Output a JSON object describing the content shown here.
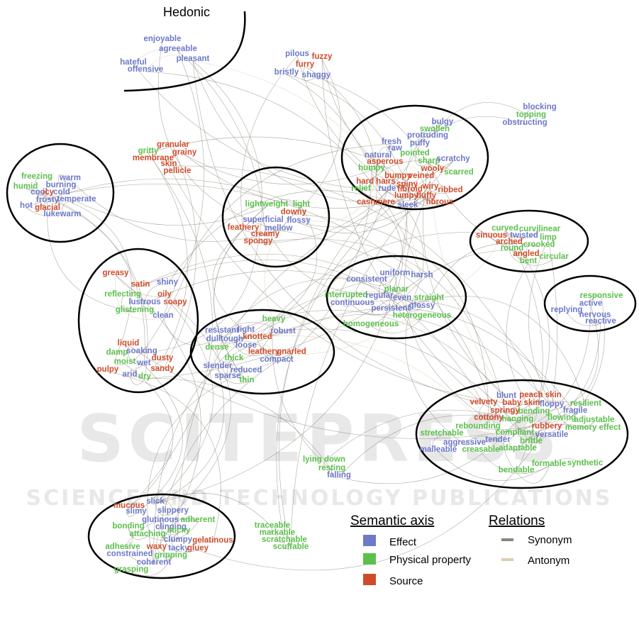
{
  "diagram": {
    "hedonic_title": "Hedonic",
    "legend": {
      "semantic_title": "Semantic axis",
      "semantic_items": [
        {
          "label": "Effect",
          "color": "#6d79c9"
        },
        {
          "label": "Physical property",
          "color": "#5cc04c"
        },
        {
          "label": "Source",
          "color": "#d14b2a"
        }
      ],
      "relations_title": "Relations",
      "relation_items": [
        {
          "label": "Synonym",
          "color": "#8a857a"
        },
        {
          "label": "Antonym",
          "color": "#d8cfb0"
        }
      ]
    },
    "watermark": {
      "main": "SCITEPRESS",
      "sub": "SCIENCE AND TECHNOLOGY PUBLICATIONS"
    },
    "words": {
      "enjoyable": {
        "text": "enjoyable",
        "axis": "effect"
      },
      "agreeable": {
        "text": "agreeable",
        "axis": "effect"
      },
      "pleasant": {
        "text": "pleasant",
        "axis": "effect"
      },
      "hateful": {
        "text": "hateful",
        "axis": "effect"
      },
      "offensive": {
        "text": "offensive",
        "axis": "effect"
      },
      "pilous": {
        "text": "pilous",
        "axis": "effect"
      },
      "fuzzy": {
        "text": "fuzzy",
        "axis": "source"
      },
      "furry": {
        "text": "furry",
        "axis": "source"
      },
      "bristly": {
        "text": "bristly",
        "axis": "effect"
      },
      "shaggy": {
        "text": "shaggy",
        "axis": "effect"
      },
      "blocking": {
        "text": "blocking",
        "axis": "effect"
      },
      "topping": {
        "text": "topping",
        "axis": "physical"
      },
      "obstructing": {
        "text": "obstructing",
        "axis": "effect"
      },
      "bulgy": {
        "text": "bulgy",
        "axis": "effect"
      },
      "swollen": {
        "text": "swollen",
        "axis": "physical"
      },
      "protruding": {
        "text": "protruding",
        "axis": "effect"
      },
      "puffy": {
        "text": "puffy",
        "axis": "effect"
      },
      "fresh": {
        "text": "fresh",
        "axis": "effect"
      },
      "raw": {
        "text": "raw",
        "axis": "effect"
      },
      "pointed": {
        "text": "pointed",
        "axis": "physical"
      },
      "natural": {
        "text": "natural",
        "axis": "effect"
      },
      "sharp": {
        "text": "sharp",
        "axis": "physical"
      },
      "scratchy": {
        "text": "scratchy",
        "axis": "effect"
      },
      "asperous": {
        "text": "asperous",
        "axis": "source"
      },
      "humpy": {
        "text": "humpy",
        "axis": "physical"
      },
      "wooly": {
        "text": "wooly",
        "axis": "source"
      },
      "scarred": {
        "text": "scarred",
        "axis": "physical"
      },
      "bumpy": {
        "text": "bumpy",
        "axis": "source"
      },
      "veined": {
        "text": "veined",
        "axis": "source"
      },
      "spiny": {
        "text": "spiny",
        "axis": "source"
      },
      "hard_hairs": {
        "text": "hard hairs",
        "axis": "source"
      },
      "relief": {
        "text": "relief",
        "axis": "physical"
      },
      "rude": {
        "text": "rude",
        "axis": "effect"
      },
      "fibroid": {
        "text": "fibroid",
        "axis": "source"
      },
      "wiry": {
        "text": "wiry",
        "axis": "source"
      },
      "ribbed": {
        "text": "ribbed",
        "axis": "source"
      },
      "lumpy": {
        "text": "lumpy",
        "axis": "source"
      },
      "fluffy": {
        "text": "fluffy",
        "axis": "source"
      },
      "cashmere": {
        "text": "cashmere",
        "axis": "source"
      },
      "sleek": {
        "text": "sleek",
        "axis": "effect"
      },
      "fibrous": {
        "text": "fibrous",
        "axis": "source"
      },
      "granular": {
        "text": "granular",
        "axis": "source"
      },
      "gritty": {
        "text": "gritty",
        "axis": "physical"
      },
      "grainy": {
        "text": "grainy",
        "axis": "source"
      },
      "membrane": {
        "text": "membrane",
        "axis": "source"
      },
      "skin": {
        "text": "skin",
        "axis": "source"
      },
      "pellicle": {
        "text": "pellicle",
        "axis": "source"
      },
      "freezing": {
        "text": "freezing",
        "axis": "physical"
      },
      "warm": {
        "text": "warm",
        "axis": "effect"
      },
      "humid": {
        "text": "humid",
        "axis": "physical"
      },
      "burning": {
        "text": "burning",
        "axis": "effect"
      },
      "cool": {
        "text": "cool",
        "axis": "effect"
      },
      "icy": {
        "text": "icy",
        "axis": "source"
      },
      "cold": {
        "text": "cold",
        "axis": "effect"
      },
      "frosty": {
        "text": "frosty",
        "axis": "effect"
      },
      "temperate": {
        "text": "temperate",
        "axis": "effect"
      },
      "hot": {
        "text": "hot",
        "axis": "effect"
      },
      "glacial": {
        "text": "glacial",
        "axis": "source"
      },
      "lukewarm": {
        "text": "lukewarm",
        "axis": "effect"
      },
      "lightweight": {
        "text": "lightweight",
        "axis": "physical"
      },
      "light": {
        "text": "light",
        "axis": "physical"
      },
      "downy": {
        "text": "downy",
        "axis": "source"
      },
      "superficial": {
        "text": "superficial",
        "axis": "effect"
      },
      "flossy": {
        "text": "flossy",
        "axis": "effect"
      },
      "feathery": {
        "text": "feathery",
        "axis": "source"
      },
      "mellow": {
        "text": "mellow",
        "axis": "effect"
      },
      "creamy": {
        "text": "creamy",
        "axis": "source"
      },
      "spongy": {
        "text": "spongy",
        "axis": "source"
      },
      "curved": {
        "text": "curved",
        "axis": "physical"
      },
      "curvilinear": {
        "text": "curvilinear",
        "axis": "physical"
      },
      "sinuous": {
        "text": "sinuous",
        "axis": "source"
      },
      "twisted": {
        "text": "twisted",
        "axis": "effect"
      },
      "limp": {
        "text": "limp",
        "axis": "physical"
      },
      "arched": {
        "text": "arched",
        "axis": "source"
      },
      "crooked": {
        "text": "crooked",
        "axis": "physical"
      },
      "round": {
        "text": "round",
        "axis": "physical"
      },
      "angled": {
        "text": "angled",
        "axis": "source"
      },
      "circular": {
        "text": "circular",
        "axis": "physical"
      },
      "bent": {
        "text": "bent",
        "axis": "physical"
      },
      "greasy": {
        "text": "greasy",
        "axis": "source"
      },
      "shiny": {
        "text": "shiny",
        "axis": "effect"
      },
      "satin": {
        "text": "satin",
        "axis": "source"
      },
      "reflecting": {
        "text": "reflecting",
        "axis": "physical"
      },
      "oily": {
        "text": "oily",
        "axis": "source"
      },
      "lustrous": {
        "text": "lustrous",
        "axis": "effect"
      },
      "soapy": {
        "text": "soapy",
        "axis": "source"
      },
      "glistening": {
        "text": "glistening",
        "axis": "physical"
      },
      "clean": {
        "text": "clean",
        "axis": "effect"
      },
      "liquid": {
        "text": "liquid",
        "axis": "source"
      },
      "damp": {
        "text": "damp",
        "axis": "physical"
      },
      "soaking": {
        "text": "soaking",
        "axis": "effect"
      },
      "dusty": {
        "text": "dusty",
        "axis": "source"
      },
      "moist": {
        "text": "moist",
        "axis": "physical"
      },
      "wet": {
        "text": "wet",
        "axis": "effect"
      },
      "pulpy": {
        "text": "pulpy",
        "axis": "source"
      },
      "arid": {
        "text": "arid",
        "axis": "effect"
      },
      "dry": {
        "text": "dry",
        "axis": "physical"
      },
      "sandy": {
        "text": "sandy",
        "axis": "source"
      },
      "consistent": {
        "text": "consistent",
        "axis": "effect"
      },
      "uniform": {
        "text": "uniform",
        "axis": "effect"
      },
      "harsh": {
        "text": "harsh",
        "axis": "effect"
      },
      "planar": {
        "text": "planar",
        "axis": "physical"
      },
      "interrupted": {
        "text": "interrupted",
        "axis": "physical"
      },
      "regular": {
        "text": "regular",
        "axis": "effect"
      },
      "even": {
        "text": "even",
        "axis": "effect"
      },
      "straight": {
        "text": "straight",
        "axis": "physical"
      },
      "continuous": {
        "text": "continuous",
        "axis": "effect"
      },
      "persistent": {
        "text": "persistent",
        "axis": "effect"
      },
      "glossy": {
        "text": "glossy",
        "axis": "effect"
      },
      "heterogeneous": {
        "text": "heterogeneous",
        "axis": "physical"
      },
      "homogeneous": {
        "text": "homogeneous",
        "axis": "physical"
      },
      "responsive": {
        "text": "responsive",
        "axis": "physical"
      },
      "active": {
        "text": "active",
        "axis": "effect"
      },
      "replying": {
        "text": "replying",
        "axis": "effect"
      },
      "nervous": {
        "text": "nervous",
        "axis": "effect"
      },
      "reactive": {
        "text": "reactive",
        "axis": "effect"
      },
      "heavy": {
        "text": "heavy",
        "axis": "physical"
      },
      "resistant": {
        "text": "resistant",
        "axis": "effect"
      },
      "light2": {
        "text": "light",
        "axis": "effect"
      },
      "robust": {
        "text": "robust",
        "axis": "effect"
      },
      "dull": {
        "text": "dull",
        "axis": "effect"
      },
      "tough": {
        "text": "tough",
        "axis": "effect"
      },
      "knotted": {
        "text": "knotted",
        "axis": "source"
      },
      "dense": {
        "text": "dense",
        "axis": "physical"
      },
      "loose": {
        "text": "loose",
        "axis": "effect"
      },
      "leathery": {
        "text": "leathery",
        "axis": "source"
      },
      "gnarled": {
        "text": "gnarled",
        "axis": "source"
      },
      "thick": {
        "text": "thick",
        "axis": "physical"
      },
      "compact": {
        "text": "compact",
        "axis": "effect"
      },
      "slender": {
        "text": "slender",
        "axis": "effect"
      },
      "reduced": {
        "text": "reduced",
        "axis": "effect"
      },
      "sparse": {
        "text": "sparse",
        "axis": "effect"
      },
      "thin": {
        "text": "thin",
        "axis": "physical"
      },
      "blunt": {
        "text": "blunt",
        "axis": "effect"
      },
      "peach_skin": {
        "text": "peach skin",
        "axis": "source"
      },
      "velvety": {
        "text": "velvety",
        "axis": "source"
      },
      "baby_skin": {
        "text": "baby skin",
        "axis": "source"
      },
      "floppy": {
        "text": "floppy",
        "axis": "effect"
      },
      "resilient": {
        "text": "resilient",
        "axis": "physical"
      },
      "springy": {
        "text": "springy",
        "axis": "source"
      },
      "fragile": {
        "text": "fragile",
        "axis": "effect"
      },
      "bending": {
        "text": "bending",
        "axis": "physical"
      },
      "cottony": {
        "text": "cottony",
        "axis": "source"
      },
      "hanging": {
        "text": "hanging",
        "axis": "physical"
      },
      "flowing": {
        "text": "flowing",
        "axis": "physical"
      },
      "adjustable": {
        "text": "adjustable",
        "axis": "physical"
      },
      "rebounding": {
        "text": "rebounding",
        "axis": "physical"
      },
      "rubbery": {
        "text": "rubbery",
        "axis": "source"
      },
      "memory_effect": {
        "text": "memory effect",
        "axis": "physical"
      },
      "stretchable": {
        "text": "stretchable",
        "axis": "physical"
      },
      "compliant": {
        "text": "compliant",
        "axis": "physical"
      },
      "versatile": {
        "text": "versatile",
        "axis": "effect"
      },
      "tender": {
        "text": "tender",
        "axis": "effect"
      },
      "brittle": {
        "text": "brittle",
        "axis": "physical"
      },
      "aggressive": {
        "text": "aggressive",
        "axis": "effect"
      },
      "adaptable": {
        "text": "adaptable",
        "axis": "physical"
      },
      "malleable": {
        "text": "malleable",
        "axis": "effect"
      },
      "creasable": {
        "text": "creasable",
        "axis": "physical"
      },
      "formable": {
        "text": "formable",
        "axis": "physical"
      },
      "synthetic": {
        "text": "synthetic",
        "axis": "physical"
      },
      "bendable": {
        "text": "bendable",
        "axis": "physical"
      },
      "lying_down": {
        "text": "lying down",
        "axis": "physical"
      },
      "resting": {
        "text": "resting",
        "axis": "physical"
      },
      "falling": {
        "text": "falling",
        "axis": "effect"
      },
      "mucous": {
        "text": "mucous",
        "axis": "source"
      },
      "slick": {
        "text": "slick",
        "axis": "effect"
      },
      "slimy": {
        "text": "slimy",
        "axis": "effect"
      },
      "slippery": {
        "text": "slippery",
        "axis": "effect"
      },
      "glutinous": {
        "text": "glutinous",
        "axis": "effect"
      },
      "adherent": {
        "text": "adherent",
        "axis": "physical"
      },
      "bonding": {
        "text": "bonding",
        "axis": "physical"
      },
      "clinging": {
        "text": "clinging",
        "axis": "effect"
      },
      "sticky": {
        "text": "sticky",
        "axis": "physical"
      },
      "attaching": {
        "text": "attaching",
        "axis": "physical"
      },
      "clumpy": {
        "text": "clumpy",
        "axis": "effect"
      },
      "gelatinous": {
        "text": "gelatinous",
        "axis": "source"
      },
      "adhesive": {
        "text": "adhesive",
        "axis": "physical"
      },
      "waxy": {
        "text": "waxy",
        "axis": "source"
      },
      "tacky": {
        "text": "tacky",
        "axis": "effect"
      },
      "gluey": {
        "text": "gluey",
        "axis": "source"
      },
      "constrained": {
        "text": "constrained",
        "axis": "effect"
      },
      "gripping": {
        "text": "gripping",
        "axis": "physical"
      },
      "coherent": {
        "text": "coherent",
        "axis": "effect"
      },
      "grasping": {
        "text": "grasping",
        "axis": "physical"
      },
      "traceable": {
        "text": "traceable",
        "axis": "physical"
      },
      "markable": {
        "text": "markable",
        "axis": "physical"
      },
      "scratchable": {
        "text": "scratchable",
        "axis": "physical"
      },
      "scuffable": {
        "text": "scuffable",
        "axis": "physical"
      }
    }
  }
}
